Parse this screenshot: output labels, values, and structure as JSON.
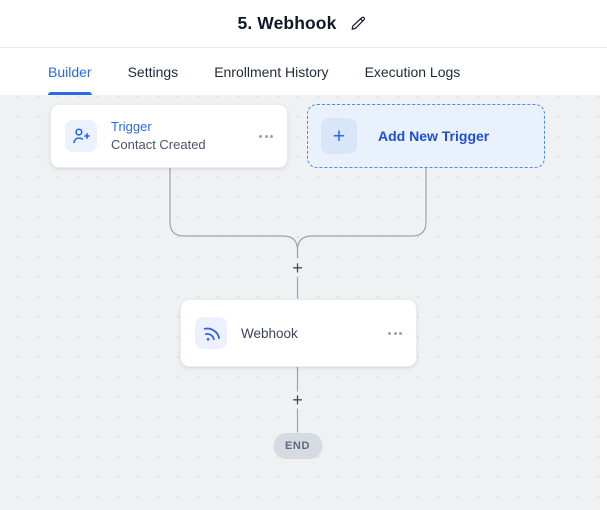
{
  "header": {
    "title": "5. Webhook"
  },
  "tabs": [
    {
      "label": "Builder",
      "active": true
    },
    {
      "label": "Settings",
      "active": false
    },
    {
      "label": "Enrollment History",
      "active": false
    },
    {
      "label": "Execution Logs",
      "active": false
    }
  ],
  "canvas": {
    "trigger_card": {
      "title": "Trigger",
      "subtitle": "Contact Created",
      "icon": "user-plus-icon"
    },
    "add_trigger_card": {
      "label": "Add New Trigger",
      "plus": "+",
      "icon": "plus-icon"
    },
    "webhook_card": {
      "label": "Webhook",
      "icon": "rss-icon"
    },
    "add_step_plus": "+",
    "end_label": "END"
  },
  "colors": {
    "accent_blue": "#2a6ae9",
    "icon_blue": "#2563eb",
    "add_card_bg": "#e9f1fc",
    "add_card_border": "#4e8af2",
    "canvas_bg": "#f0f1f3",
    "connector_gray": "#9ca3af",
    "end_pill_bg": "#d6dae1",
    "end_pill_text": "#5f6b7d"
  }
}
